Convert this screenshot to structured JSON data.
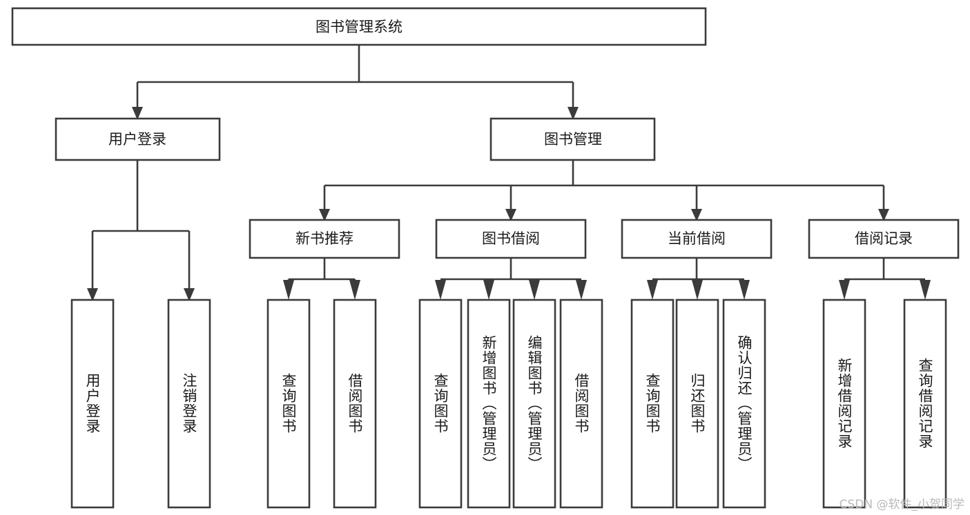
{
  "diagram": {
    "title": "图书管理系统",
    "watermark": "CSDN @软件_小贺同学",
    "colors": {
      "stroke": "#3b3b3b",
      "fill": "#ffffff",
      "text": "#1a1a1a",
      "watermark": "#b9b9b9"
    },
    "root": {
      "label": "图书管理系统"
    },
    "level1": [
      {
        "label": "用户登录"
      },
      {
        "label": "图书管理"
      }
    ],
    "level2": [
      {
        "label": "新书推荐"
      },
      {
        "label": "图书借阅"
      },
      {
        "label": "当前借阅"
      },
      {
        "label": "借阅记录"
      }
    ],
    "leaves": {
      "user_login": [
        {
          "label": "用户登录"
        },
        {
          "label": "注销登录"
        }
      ],
      "new_book": [
        {
          "label": "查询图书"
        },
        {
          "label": "借阅图书"
        }
      ],
      "book_borrow": [
        {
          "label": "查询图书"
        },
        {
          "label": "新增图书（管理员）"
        },
        {
          "label": "编辑图书（管理员）"
        },
        {
          "label": "借阅图书"
        }
      ],
      "current_borrow": [
        {
          "label": "查询图书"
        },
        {
          "label": "归还图书"
        },
        {
          "label": "确认归还（管理员）"
        }
      ],
      "borrow_record": [
        {
          "label": "新增借阅记录"
        },
        {
          "label": "查询借阅记录"
        }
      ]
    }
  }
}
